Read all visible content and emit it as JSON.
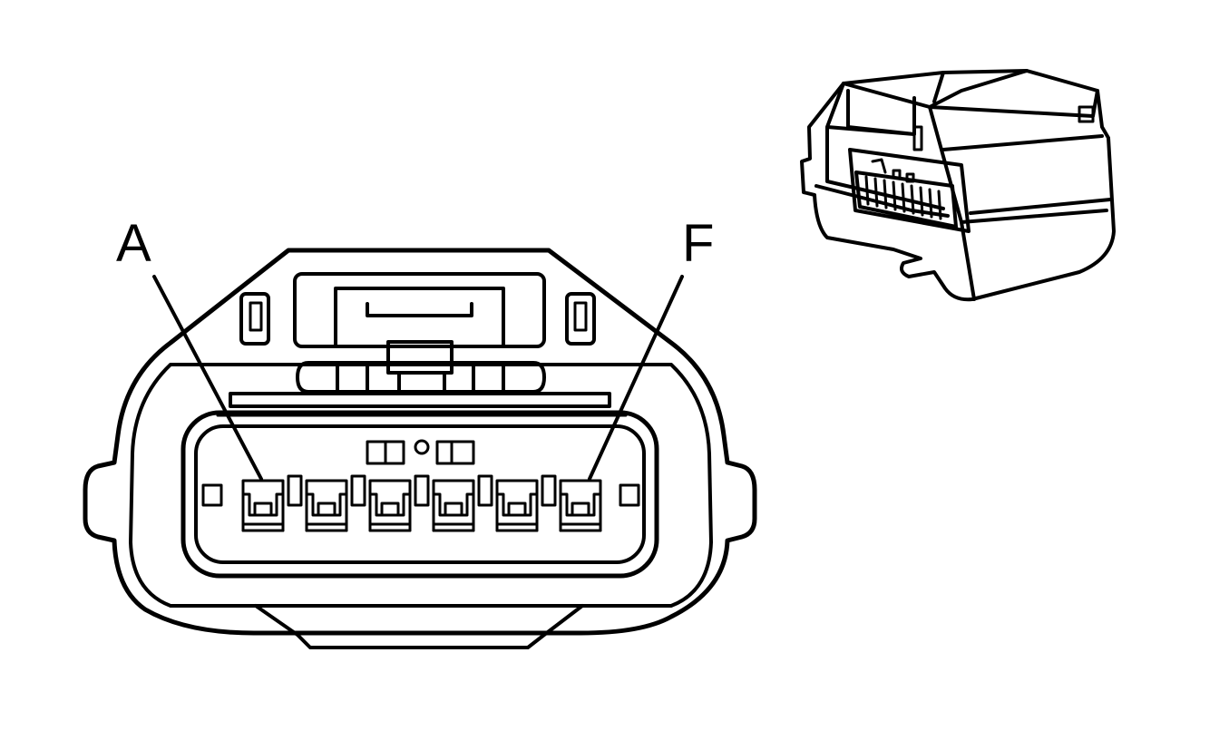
{
  "labels": {
    "pin_first": "A",
    "pin_last": "F"
  },
  "connector": {
    "cavity_count": 6
  },
  "colors": {
    "line": "#000000",
    "background": "#ffffff"
  }
}
